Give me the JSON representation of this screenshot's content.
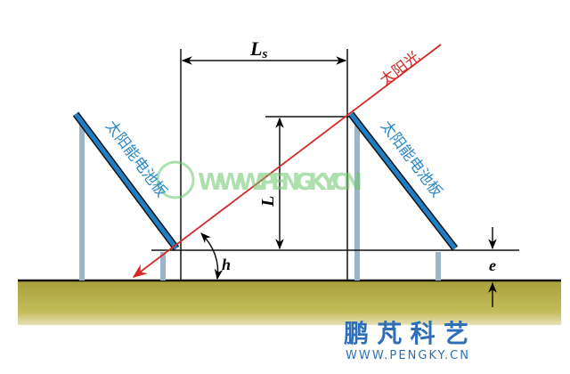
{
  "labels": {
    "ls_main": "L",
    "ls_sub": "s",
    "l": "L",
    "h": "h",
    "e": "e",
    "sunlight": "太阳光",
    "panel_left": "太阳能电池板",
    "panel_right": "太阳能电池板"
  },
  "watermark": "WWW.PENGKY.CN",
  "brand": {
    "name": "鹏芃科艺",
    "url": "WWW.PENGKY.CN"
  },
  "colors": {
    "panel": "#1e7fc4",
    "sun_ray": "#d42a2a",
    "post": "#9ab4c8",
    "ground": "#b8ad4a",
    "text_blue": "#2a88c8",
    "brand": "#2f6fb8",
    "watermark": "#8fd88f"
  }
}
